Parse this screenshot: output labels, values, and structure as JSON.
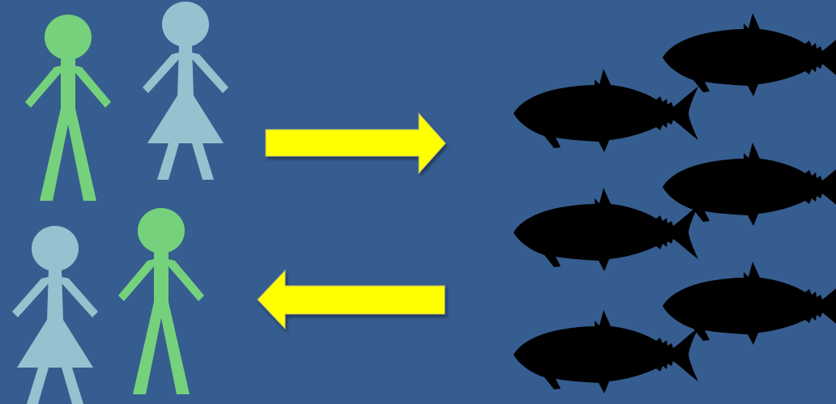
{
  "diagram": {
    "background_color": "#365D8F",
    "figures": [
      {
        "type": "male",
        "color": "#76D17C"
      },
      {
        "type": "female",
        "color": "#96C1CF"
      },
      {
        "type": "female",
        "color": "#96C1CF"
      },
      {
        "type": "male",
        "color": "#76D17C"
      }
    ],
    "arrows": [
      {
        "direction": "right",
        "color": "#FFFF00"
      },
      {
        "direction": "left",
        "color": "#FFFF00"
      }
    ],
    "fish": {
      "count": 6,
      "color": "#000000",
      "icon": "tuna-silhouette"
    }
  }
}
